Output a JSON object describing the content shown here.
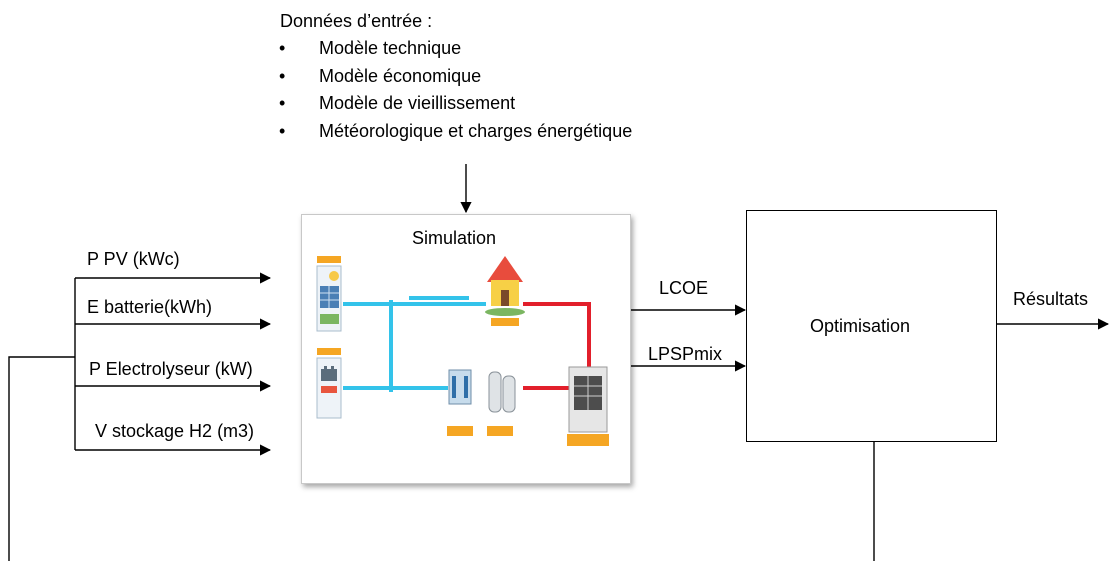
{
  "inputs_header": "Données d’entrée :",
  "inputs_list": [
    "Modèle technique",
    "Modèle économique",
    "Modèle de vieillissement",
    "Météorologique et charges énergétique"
  ],
  "simulation_label": "Simulation",
  "variables": [
    "P PV (kWc)",
    "E batterie(kWh)",
    "P Electrolyseur (kW)",
    "V stockage H2 (m3)"
  ],
  "outputs": [
    "LCOE",
    "LPSPmix"
  ],
  "optimisation_label": "Optimisation",
  "result_label": "Résultats",
  "colors": {
    "electric_line": "#33c3ea",
    "hydrogen_line": "#e21f2b",
    "tag": "#f5a623"
  }
}
